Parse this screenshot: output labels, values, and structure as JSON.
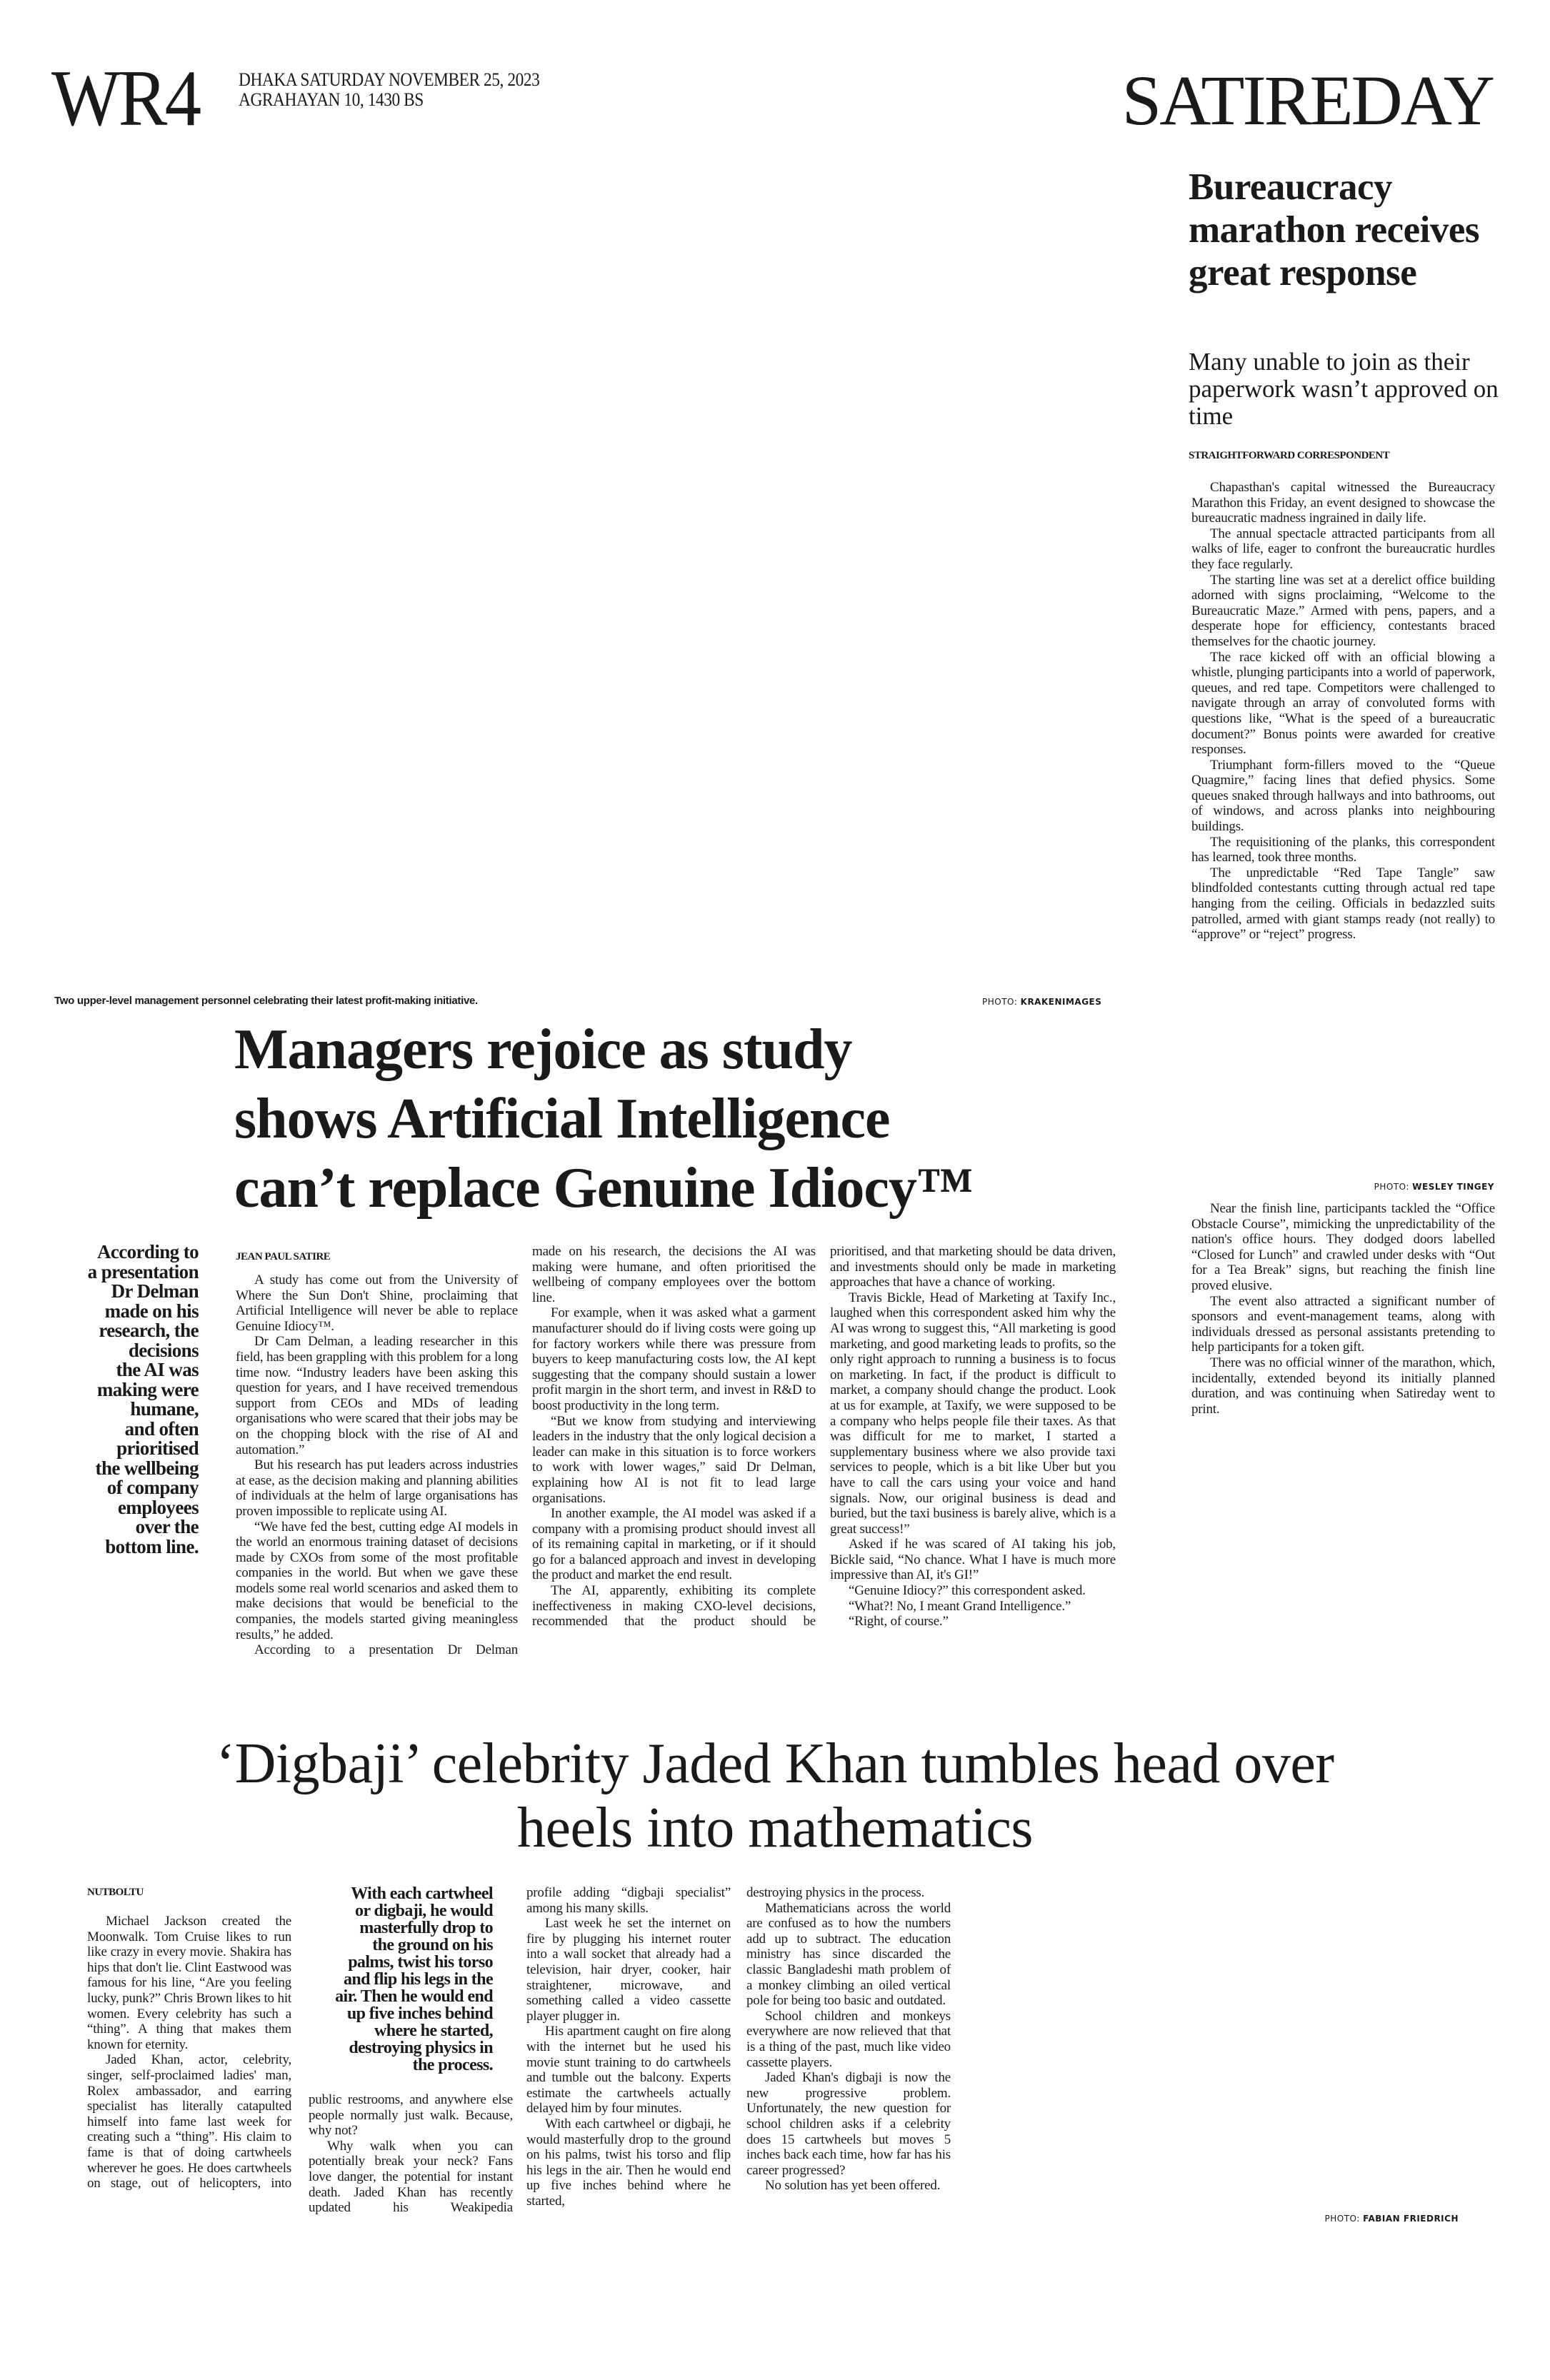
{
  "masthead": {
    "folio": "WR4",
    "date_line_1": "DHAKA SATURDAY NOVEMBER 25, 2023",
    "date_line_2": "AGRAHAYAN 10, 1430 BS",
    "section": "SATIREDAY"
  },
  "marathon": {
    "headline": "Bureaucracy marathon receives great response",
    "subhead": "Many unable to join as their paperwork wasn’t approved on time",
    "byline": "STRAIGHTFORWARD CORRESPONDENT",
    "photo_credit_label": "PHOTO:",
    "photo_credit": "WESLEY TINGEY",
    "col_top": [
      "Chapasthan's capital witnessed the Bureaucracy Marathon this Friday, an event designed to showcase the bureaucratic madness ingrained in daily life.",
      "The annual spectacle attracted participants from all walks of life, eager to confront the bureaucratic hurdles they face regularly.",
      "The starting line was set at a derelict office building adorned with signs proclaiming, “Welcome to the Bureaucratic Maze.” Armed with pens, papers, and a desperate hope for efficiency, contestants braced themselves for the chaotic journey.",
      "The race kicked off with an official blowing a whistle, plunging participants into a world of paperwork, queues, and red tape. Competitors were challenged to navigate through an array of convoluted forms with questions like, “What is the speed of a bureaucratic document?” Bonus points were awarded for creative responses.",
      "Triumphant form-fillers moved to the “Queue Quagmire,” facing lines that defied physics. Some queues snaked through hallways and into bathrooms, out of windows, and across planks into neighbouring buildings.",
      "The requisitioning of the planks, this correspondent has learned, took three months.",
      "The unpredictable “Red Tape Tangle” saw blindfolded contestants cutting through actual red tape hanging from the ceiling. Officials in bedazzled suits patrolled, armed with giant stamps ready (not really) to “approve” or “reject” progress."
    ],
    "col_bottom": [
      "Near the finish line, participants tackled the “Office Obstacle Course”, mimicking the unpredictability of the nation's office hours. They dodged doors labelled “Closed for Lunch” and crawled under desks with “Out for a Tea Break” signs, but reaching the finish line proved elusive.",
      "The event also attracted a significant number of sponsors and event-management teams, along with individuals dressed as personal assistants pretending to help participants for a token gift.",
      "There was no official winner of the marathon, which, incidentally, extended beyond its initially planned duration, and was continuing when Satireday went to print."
    ]
  },
  "managers": {
    "caption": "Two upper-level management personnel celebrating their latest profit-making initiative.",
    "photo_credit_label": "PHOTO:",
    "photo_credit": "KRAKENIMAGES",
    "headline_lines": [
      "Managers rejoice as study",
      "shows Artificial Intelligence",
      "can’t replace Genuine Idiocy™"
    ],
    "pull_quote": [
      "According to",
      "a presentation",
      "Dr Delman",
      "made on his",
      "research, the",
      "decisions",
      "the AI was",
      "making were",
      "humane,",
      "and often",
      "prioritised",
      "the wellbeing",
      "of company",
      "employees",
      "over the",
      "bottom line."
    ],
    "byline": "JEAN PAUL SATIRE",
    "col1": [
      "A study has come out from the University of Where the Sun Don't Shine, proclaiming that Artificial Intelligence will never be able to replace Genuine Idiocy™.",
      "Dr Cam Delman, a leading researcher in this field, has been grappling with this problem for a long time now. “Industry leaders have been asking this question for years, and I have received tremendous support from CEOs and MDs of leading organisations who were scared that their jobs may be on the chopping block with the rise of AI and automation.”",
      "But his research has put leaders across industries at ease, as the decision making and planning abilities of individuals at the helm of large organisations has proven impossible to replicate using AI.",
      "“We have fed the best, cutting edge AI models in the world an enormous training dataset of decisions made by CXOs from some of the most profitable companies in the world. But when we gave these models some real world scenarios and asked them to make decisions that would be beneficial to the companies, the models started giving meaningless results,” he added.",
      "According to a presentation Dr Delman"
    ],
    "col2": [
      "made on his research, the decisions the AI was making were humane, and often prioritised the wellbeing of company employees over the bottom line.",
      "For example, when it was asked what a garment manufacturer should do if living costs were going up for factory workers while there was pressure from buyers to keep manufacturing costs low, the AI kept suggesting that the company should sustain a lower profit margin in the short term, and invest in R&D to boost productivity in the long term.",
      "“But we know from studying and interviewing leaders in the industry that the only logical decision a leader can make in this situation is to force workers to work with lower wages,” said Dr Delman, explaining how AI is not fit to lead large organisations.",
      "In another example, the AI model was asked if a company with a promising product should invest all of its remaining capital in marketing, or if it should go for a balanced approach and invest in developing the product and market the end result.",
      "The AI, apparently, exhibiting its complete ineffectiveness in making CXO-level decisions, recommended that the product should be"
    ],
    "col3": [
      "prioritised, and that marketing should be data driven, and investments should only be made in marketing approaches that have a chance of working.",
      "Travis Bickle, Head of Marketing at Taxify Inc., laughed when this correspondent asked him why the AI was wrong to suggest this, “All marketing is good marketing, and good marketing leads to profits, so the only right approach to running a business is to focus on marketing. In fact, if the product is difficult to market, a company should change the product. Look at us for example, at Taxify, we were supposed to be a company who helps people file their taxes. As that was difficult for me to market, I started a supplementary business where we also provide taxi services to people, which is a bit like Uber but you have to call the cars using your voice and hand signals. Now, our original business is dead and buried, but the taxi business is barely alive, which is a great success!”",
      "Asked if he was scared of AI taking his job, Bickle said, “No chance. What I have is much more impressive than AI, it's GI!”",
      "“Genuine Idiocy?” this correspondent asked.",
      "“What?! No, I meant Grand Intelligence.”",
      "“Right, of course.”"
    ]
  },
  "digbaji": {
    "headline_lines": [
      "‘Digbaji’ celebrity Jaded Khan tumbles head over",
      "heels into mathematics"
    ],
    "byline": "NUTBOLTU",
    "photo_credit_label": "PHOTO:",
    "photo_credit": "FABIAN FRIEDRICH",
    "pull_quote": [
      "With each cartwheel",
      "or digbaji, he would",
      "masterfully drop to",
      "the ground on his",
      "palms, twist his torso",
      "and flip his legs in the",
      "air. Then he would end",
      "up five inches behind",
      "where he started,",
      "destroying physics in",
      "the process."
    ],
    "col1": [
      "Michael Jackson created the Moonwalk. Tom Cruise likes to run like crazy in every movie. Shakira has hips that don't lie. Clint Eastwood was famous for his line, “Are you feeling lucky, punk?” Chris Brown likes to hit women. Every celebrity has such a “thing”. A thing that makes them known for eternity.",
      "Jaded Khan, actor, celebrity, singer, self-proclaimed ladies' man, Rolex ambassador, and earring specialist has literally catapulted himself into fame last week for creating such a “thing”. His claim to fame is that of doing cartwheels wherever he goes. He does cartwheels on stage, out of helicopters, into"
    ],
    "col2": [
      "public restrooms, and anywhere else people normally just walk. Because, why not?",
      "Why walk when you can potentially break your neck? Fans love danger, the potential for instant death. Jaded Khan has recently updated his Weakipedia"
    ],
    "col3": [
      "profile adding “digbaji specialist” among his many skills.",
      "Last week he set the internet on fire by plugging his internet router into a wall socket that already had a television, hair dryer, cooker, hair straightener, microwave, and something called a video cassette player plugger in.",
      "His apartment caught on fire along with the internet but he used his movie stunt training to do cartwheels and tumble out the balcony. Experts estimate the cartwheels actually delayed him by four minutes.",
      "With each cartwheel or digbaji, he would masterfully drop to the ground on his palms, twist his torso and flip his legs in the air. Then he would end up five inches behind where he started,"
    ],
    "col4": [
      "destroying physics in the process.",
      "Mathematicians across the world are confused as to how the numbers add up to subtract. The education ministry has since discarded the classic Bangladeshi math problem of a monkey climbing an oiled vertical pole for being too basic and outdated.",
      "School children and monkeys everywhere are now relieved that that is a thing of the past, much like video cassette players.",
      "Jaded Khan's digbaji is now the new progressive problem. Unfortunately, the new question for school children asks if a celebrity does 15 cartwheels but moves 5 inches back each time, how far has his career progressed?",
      "No solution has yet been offered."
    ]
  }
}
